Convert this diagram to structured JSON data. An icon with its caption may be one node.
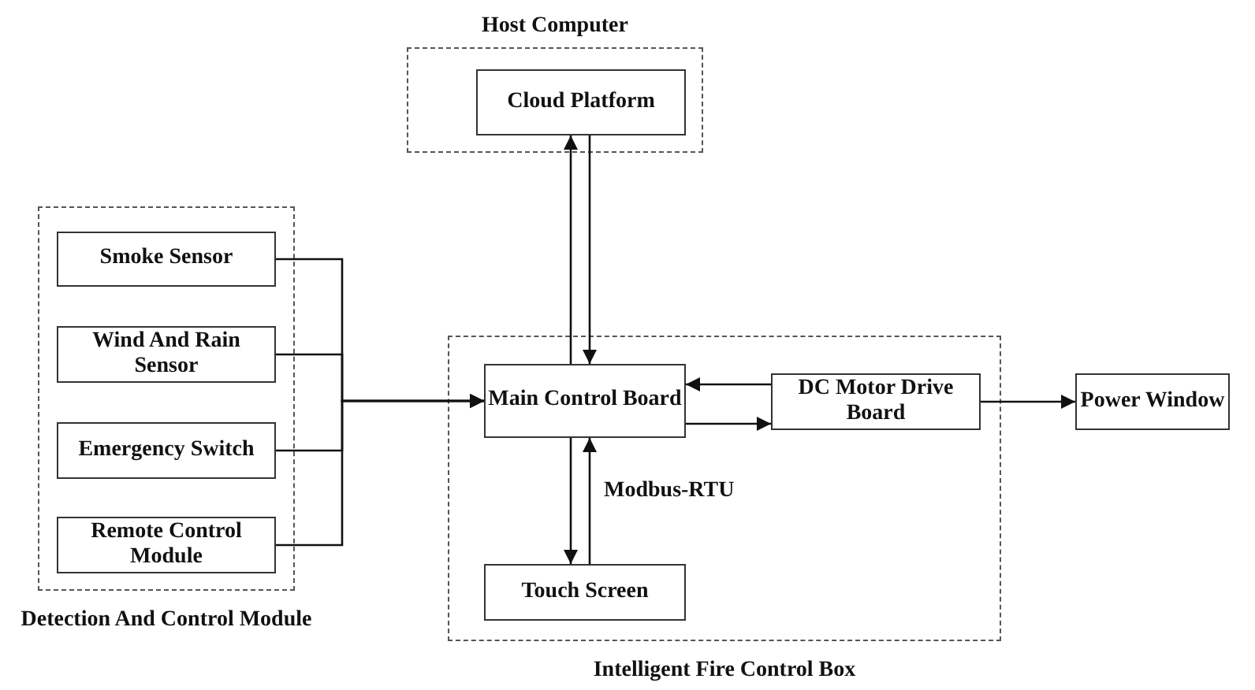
{
  "diagram": {
    "nodes": [
      {
        "text": [
          "Host Computer"
        ]
      },
      {
        "text": [
          "Cloud Platform"
        ],
        "in": 0
      },
      {
        "text": [
          "Detection And Control Module"
        ]
      },
      {
        "text": [
          "Smoke Sensor"
        ],
        "in": 2
      },
      {
        "text": [
          "Wind And Rain Sensor"
        ],
        "in": 2
      },
      {
        "text": [
          "Emergency Switch"
        ],
        "in": 2
      },
      {
        "text": [
          "Remote Control Module"
        ],
        "in": 2
      },
      {
        "text": [
          "Intelligent Fire Control Box"
        ]
      },
      {
        "text": [
          "Main Control Board"
        ],
        "in": 7
      },
      {
        "text": [
          "DC Motor Drive Board"
        ],
        "in": 7
      },
      {
        "text": [
          "Touch Screen"
        ],
        "in": 7
      },
      {
        "text": [
          "Power Window"
        ]
      }
    ],
    "edges": [
      {
        "from": 3,
        "to": 8,
        "arrow": "to"
      },
      {
        "from": 4,
        "to": 8,
        "arrow": "to"
      },
      {
        "from": 5,
        "to": 8,
        "arrow": "to"
      },
      {
        "from": 6,
        "to": 8,
        "arrow": "to"
      },
      {
        "from": 1,
        "to": 8,
        "arrow": "to"
      },
      {
        "from": 8,
        "to": 1,
        "arrow": "to"
      },
      {
        "from": 9,
        "to": 8,
        "arrow": "to"
      },
      {
        "from": 8,
        "to": 9,
        "arrow": "to"
      },
      {
        "from": 8,
        "to": 10,
        "arrow": "to"
      },
      {
        "from": 10,
        "to": 8,
        "arrow": "to",
        "label": "Modbus-RTU"
      },
      {
        "from": 9,
        "to": 11,
        "arrow": "to"
      }
    ]
  }
}
